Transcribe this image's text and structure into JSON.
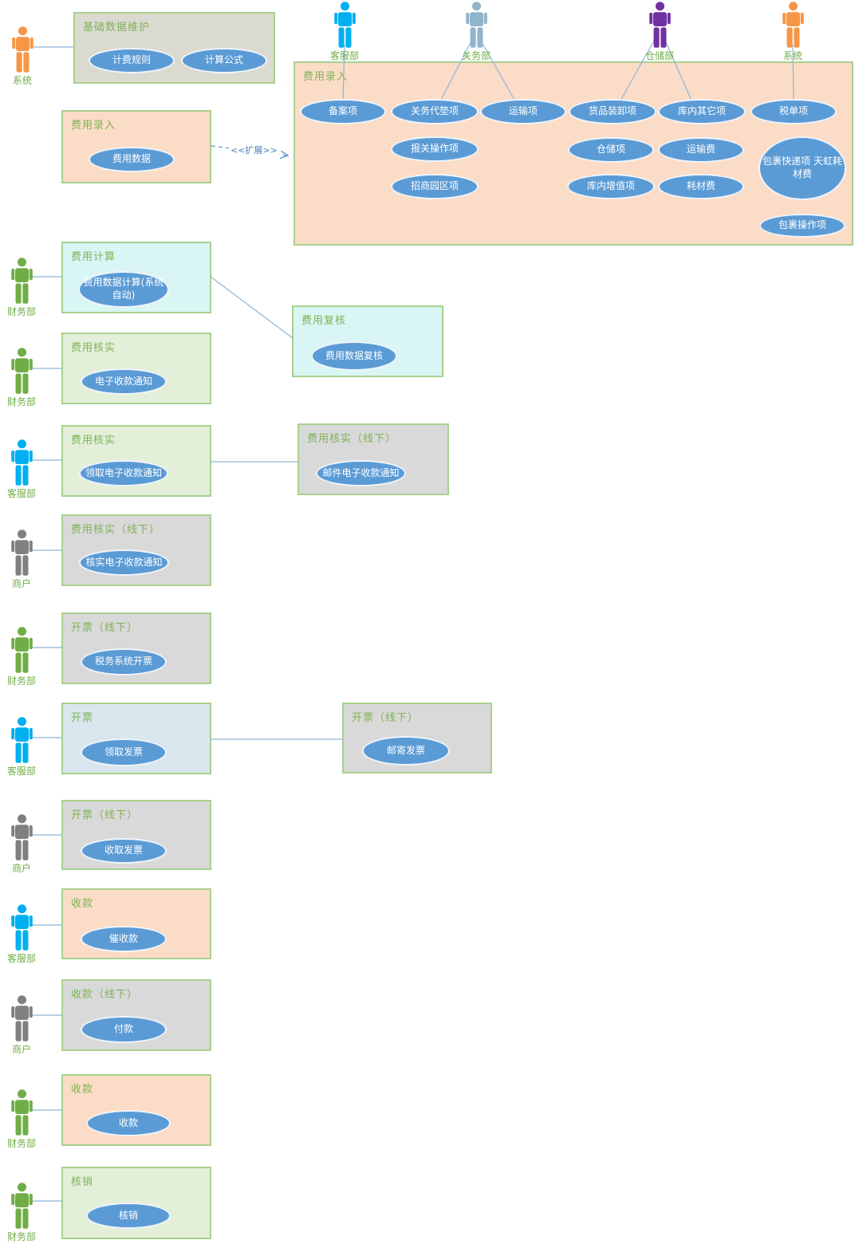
{
  "labels": {
    "extend": "<<扩展>>"
  },
  "groups": [
    {
      "title": "基础数据维护",
      "usecases": [
        "计费规则",
        "计算公式"
      ]
    },
    {
      "title": "费用录入",
      "usecases": [
        "费用数据"
      ]
    },
    {
      "title": "费用录入",
      "usecases": [
        "备案项",
        "关务代垫项",
        "运输项",
        "货品装卸项",
        "库内其它项",
        "税单项",
        "报关操作项",
        "仓储项",
        "运输费",
        "招商园区项",
        "库内增值项",
        "耗材费",
        "包裹快递项 天虹耗材费",
        "包裹操作项"
      ]
    },
    {
      "title": "费用计算",
      "usecases": [
        "费用数据计算(系统自动)"
      ]
    },
    {
      "title": "费用复核",
      "usecases": [
        "费用数据复核"
      ]
    },
    {
      "title": "费用核实",
      "usecases": [
        "电子收款通知"
      ]
    },
    {
      "title": "费用核实",
      "usecases": [
        "领取电子收款通知"
      ]
    },
    {
      "title": "费用核实（线下）",
      "usecases": [
        "邮件电子收款通知"
      ]
    },
    {
      "title": "费用核实（线下）",
      "usecases": [
        "核实电子收款通知"
      ]
    },
    {
      "title": "开票（线下）",
      "usecases": [
        "税务系统开票"
      ]
    },
    {
      "title": "开票",
      "usecases": [
        "领取发票"
      ]
    },
    {
      "title": "开票（线下）",
      "usecases": [
        "邮寄发票"
      ]
    },
    {
      "title": "开票（线下）",
      "usecases": [
        "收取发票"
      ]
    },
    {
      "title": "收款",
      "usecases": [
        "催收款"
      ]
    },
    {
      "title": "收款（线下）",
      "usecases": [
        "付款"
      ]
    },
    {
      "title": "收款",
      "usecases": [
        "收款"
      ]
    },
    {
      "title": "核销",
      "usecases": [
        "核销"
      ]
    }
  ],
  "actors": [
    {
      "label": "系统",
      "color": "#f79646"
    },
    {
      "label": "客服部",
      "color": "#00b0f0"
    },
    {
      "label": "关务部",
      "color": "#90b4cb"
    },
    {
      "label": "仓储部",
      "color": "#7030a0"
    },
    {
      "label": "系统",
      "color": "#f79646"
    },
    {
      "label": "财务部",
      "color": "#70ad47"
    },
    {
      "label": "财务部",
      "color": "#70ad47"
    },
    {
      "label": "客服部",
      "color": "#00b0f0"
    },
    {
      "label": "商户",
      "color": "#808080"
    },
    {
      "label": "财务部",
      "color": "#70ad47"
    },
    {
      "label": "客服部",
      "color": "#00b0f0"
    },
    {
      "label": "商户",
      "color": "#808080"
    },
    {
      "label": "客服部",
      "color": "#00b0f0"
    },
    {
      "label": "商户",
      "color": "#808080"
    },
    {
      "label": "财务部",
      "color": "#70ad47"
    },
    {
      "label": "财务部",
      "color": "#70ad47"
    }
  ],
  "colors": {
    "box_border": "#a9d18e",
    "box_peach": "#fbdcc6",
    "box_gray": "#d9d9d9",
    "box_warm_gray": "#dbdad1",
    "box_cyan": "#d9f6f4",
    "box_light_green": "#e3efd9",
    "box_light_blue": "#d9e6ed",
    "ellipse_fill": "#5b9bd5",
    "ellipse_border": "#eef4fb",
    "title_green": "#7eb356",
    "actor_label_green": "#70ad47",
    "connector": "#8eb4d8",
    "extend_blue": "#4a7ebb"
  }
}
